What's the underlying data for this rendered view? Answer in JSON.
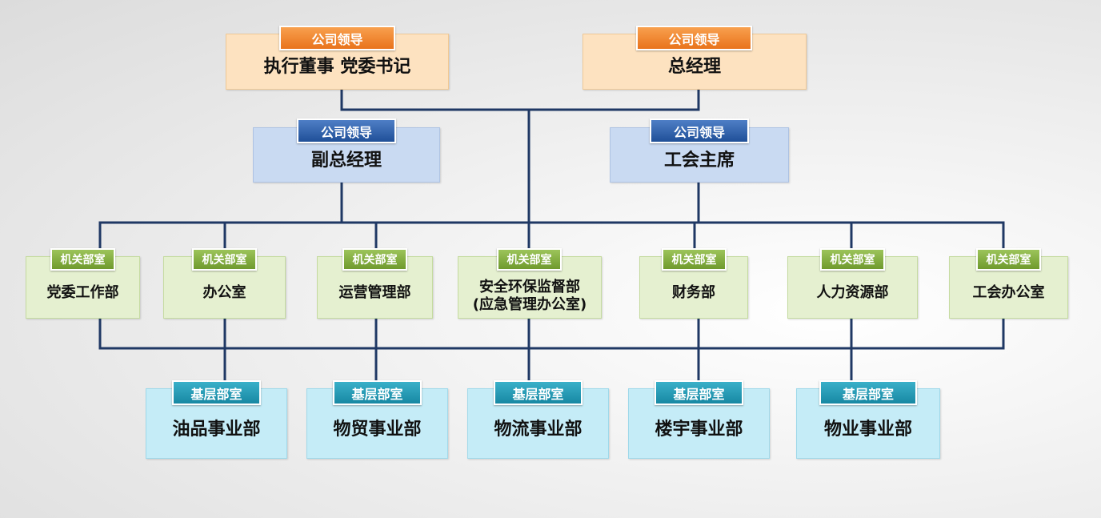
{
  "colors": {
    "line": "#1f3864",
    "leader_tag": "#ec7a22",
    "leader_box": "#fde2c0",
    "vice_tag": "#2a5aa6",
    "vice_box": "#c9daf2",
    "dept_tag": "#7ea83a",
    "dept_box": "#e5f0d0",
    "unit_tag": "#2196b3",
    "unit_box": "#c5ecf7"
  },
  "top_leaders": [
    {
      "tag": "公司领导",
      "title": "执行董事 党委书记"
    },
    {
      "tag": "公司领导",
      "title": "总经理"
    }
  ],
  "vice_leaders": [
    {
      "tag": "公司领导",
      "title": "副总经理"
    },
    {
      "tag": "公司领导",
      "title": "工会主席"
    }
  ],
  "departments": [
    {
      "tag": "机关部室",
      "name": "党委工作部"
    },
    {
      "tag": "机关部室",
      "name": "办公室"
    },
    {
      "tag": "机关部室",
      "name": "运营管理部"
    },
    {
      "tag": "机关部室",
      "name": "安全环保监督部\n(应急管理办公室)"
    },
    {
      "tag": "机关部室",
      "name": "财务部"
    },
    {
      "tag": "机关部室",
      "name": "人力资源部"
    },
    {
      "tag": "机关部室",
      "name": "工会办公室"
    }
  ],
  "units": [
    {
      "tag": "基层部室",
      "name": "油品事业部"
    },
    {
      "tag": "基层部室",
      "name": "物贸事业部"
    },
    {
      "tag": "基层部室",
      "name": "物流事业部"
    },
    {
      "tag": "基层部室",
      "name": "楼宇事业部"
    },
    {
      "tag": "基层部室",
      "name": "物业事业部"
    }
  ]
}
